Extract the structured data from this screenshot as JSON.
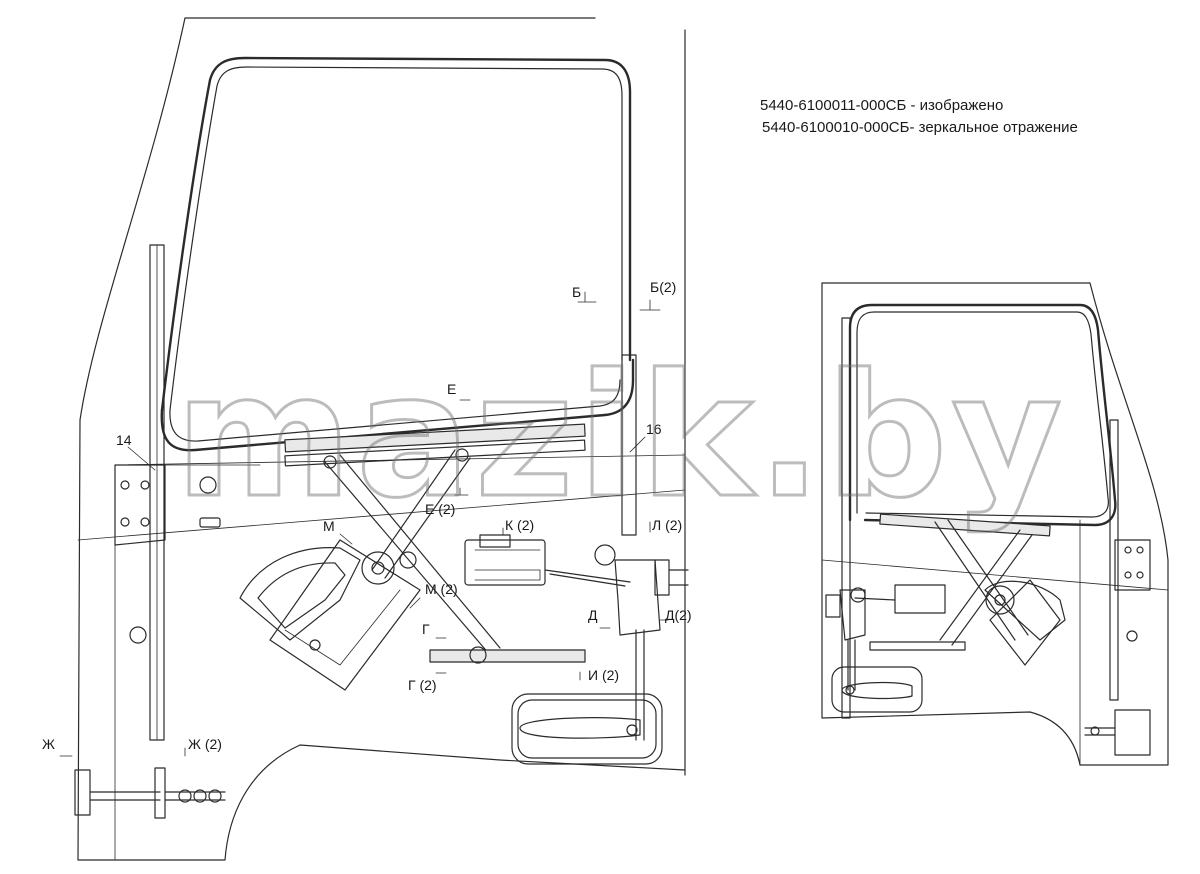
{
  "caption": {
    "line1": "5440-6100011-000СБ - изображено",
    "line2": "5440-6100010-000СБ- зеркальное отражение"
  },
  "labels": {
    "b": "Б",
    "b2": "Б(2)",
    "e": "Е",
    "e2": "Е (2)",
    "n14": "14",
    "n16": "16",
    "m": "М",
    "m2": "М (2)",
    "k2": "К (2)",
    "l2": "Л (2)",
    "d": "Д",
    "d2": "Д(2)",
    "g": "Г",
    "g2": "Г (2)",
    "i2": "И (2)",
    "zh": "Ж",
    "zh2": "Ж (2)"
  },
  "watermark": "mazik.by"
}
